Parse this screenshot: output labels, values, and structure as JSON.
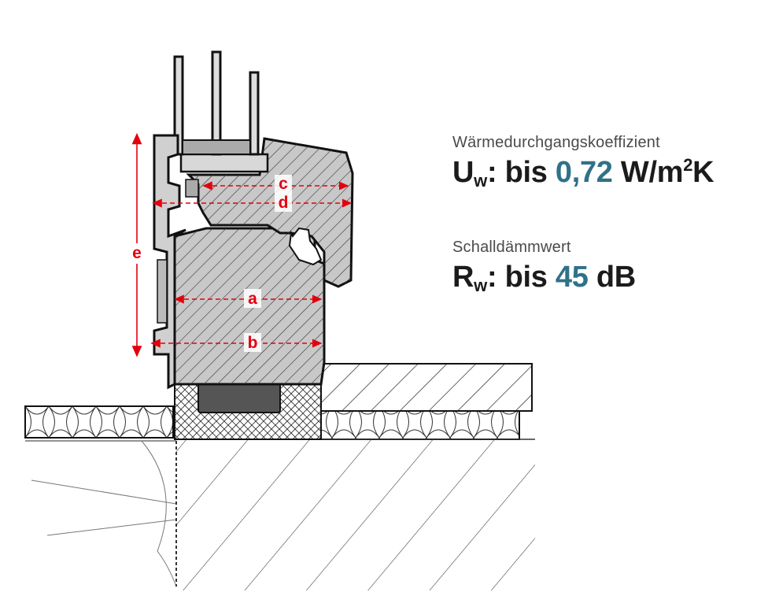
{
  "dimensions": {
    "a": "a",
    "b": "b",
    "c": "c",
    "d": "d",
    "e": "e"
  },
  "specs": [
    {
      "caption": "Wärmedurchgangskoeffizient",
      "symbol": "U",
      "subscript": "w",
      "separator": ":",
      "prefix": "bis",
      "value": "0,72",
      "unit_base": "W/m",
      "unit_sup": "2",
      "unit_suffix": "K"
    },
    {
      "caption": "Schalldämmwert",
      "symbol": "R",
      "subscript": "w",
      "separator": ":",
      "prefix": "bis",
      "value": "45",
      "unit_base": "dB",
      "unit_sup": "",
      "unit_suffix": ""
    }
  ],
  "colors": {
    "accent": "#2f7188",
    "dimension_red": "#e3000f",
    "profile_gray": "#c8c8c8",
    "seal_dark": "#555555",
    "text": "#1b1b1b"
  }
}
